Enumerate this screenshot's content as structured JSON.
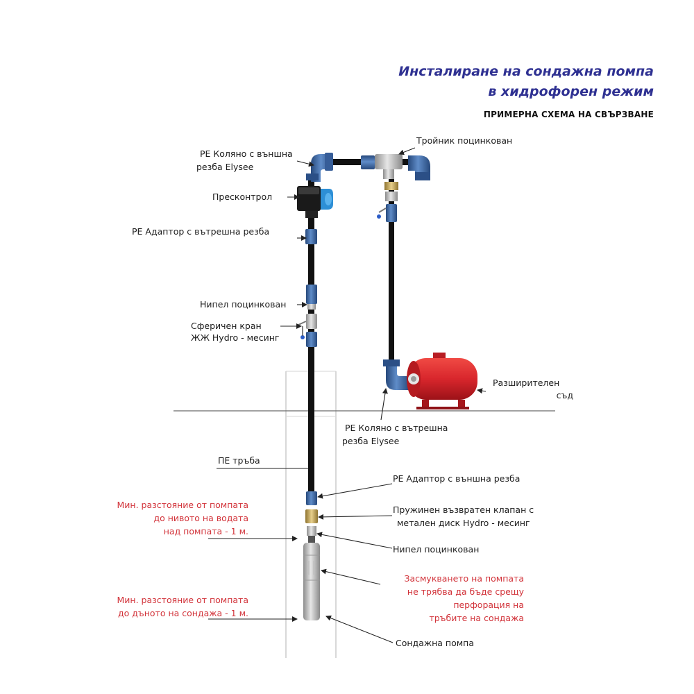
{
  "title": {
    "line1": "Инсталиране на сондажна помпа",
    "line2": "в хидрофорен режим"
  },
  "subtitle": "ПРИМЕРНА СХЕМА НА СВЪРЗВАНЕ",
  "labels": {
    "pe_elbow_ext_1": "PE Коляно с външна",
    "pe_elbow_ext_2": "резба Elysee",
    "pressure_control": "Пресконтрол",
    "pe_adapter_int": "PE Адаптор с вътрешна резба",
    "nipple_top": "Нипел поцинкован",
    "ball_valve_1": "Сферичен кран",
    "ball_valve_2": "ЖЖ Hydro - месинг",
    "tee": "Тройник поцинкован",
    "expansion_1": "Разширителен",
    "expansion_2": "съд",
    "pe_elbow_int_1": "PE Коляно с вътрешна",
    "pe_elbow_int_2": "резба Elysee",
    "pe_pipe": "ПЕ тръба",
    "pe_adapter_ext": "PE Адаптор с външна резба",
    "check_valve_1": "Пружинен възвратен клапан с",
    "check_valve_2": "метален диск Hydro - месинг",
    "nipple_bottom": "Нипел поцинкован",
    "suction_1": "Засмукването на помпата",
    "suction_2": "не трябва да бъде срещу",
    "suction_3": "перфорация на",
    "suction_4": "тръбите на сондажа",
    "pump": "Сондажна помпа",
    "min_water_1": "Мин. разстояние от помпата",
    "min_water_2": "до нивото на водата",
    "min_water_3": "над помпата - 1 м.",
    "min_bottom_1": "Мин. разстояние от помпата",
    "min_bottom_2": "до дъното на сондажа - 1 м."
  },
  "colors": {
    "title": "#2f3192",
    "warning_text": "#d2333a",
    "pipe": "#111111",
    "fitting_blue": "#3f6aa8",
    "tank_red": "#d8262c",
    "brass": "#c9a85c"
  },
  "icons": {
    "pressure_control": "pressure-control-icon",
    "tank": "expansion-tank-icon",
    "pump": "submersible-pump-icon"
  }
}
